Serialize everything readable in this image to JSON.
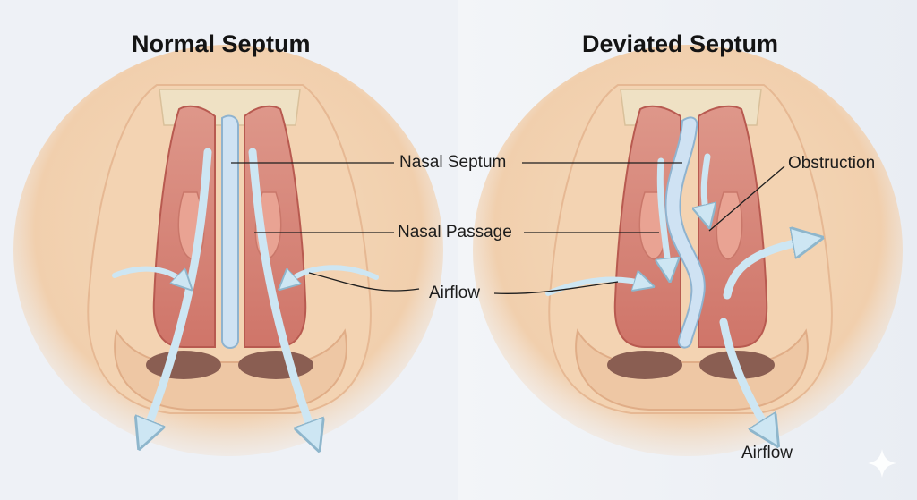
{
  "panels": {
    "left": {
      "title": "Normal Septum"
    },
    "right": {
      "title": "Deviated Septum"
    }
  },
  "labels": {
    "nasal_septum": "Nasal Septum",
    "nasal_passage": "Nasal Passage",
    "airflow_center": "Airflow",
    "obstruction": "Obstruction",
    "airflow_bottom": "Airflow"
  },
  "colors": {
    "skin": "#f5d9b9",
    "skin_shadow": "#e9b996",
    "tissue": "#d9877c",
    "tissue_dark": "#c9685e",
    "septum": "#cfe2f3",
    "airflow": "#cde6f3"
  }
}
